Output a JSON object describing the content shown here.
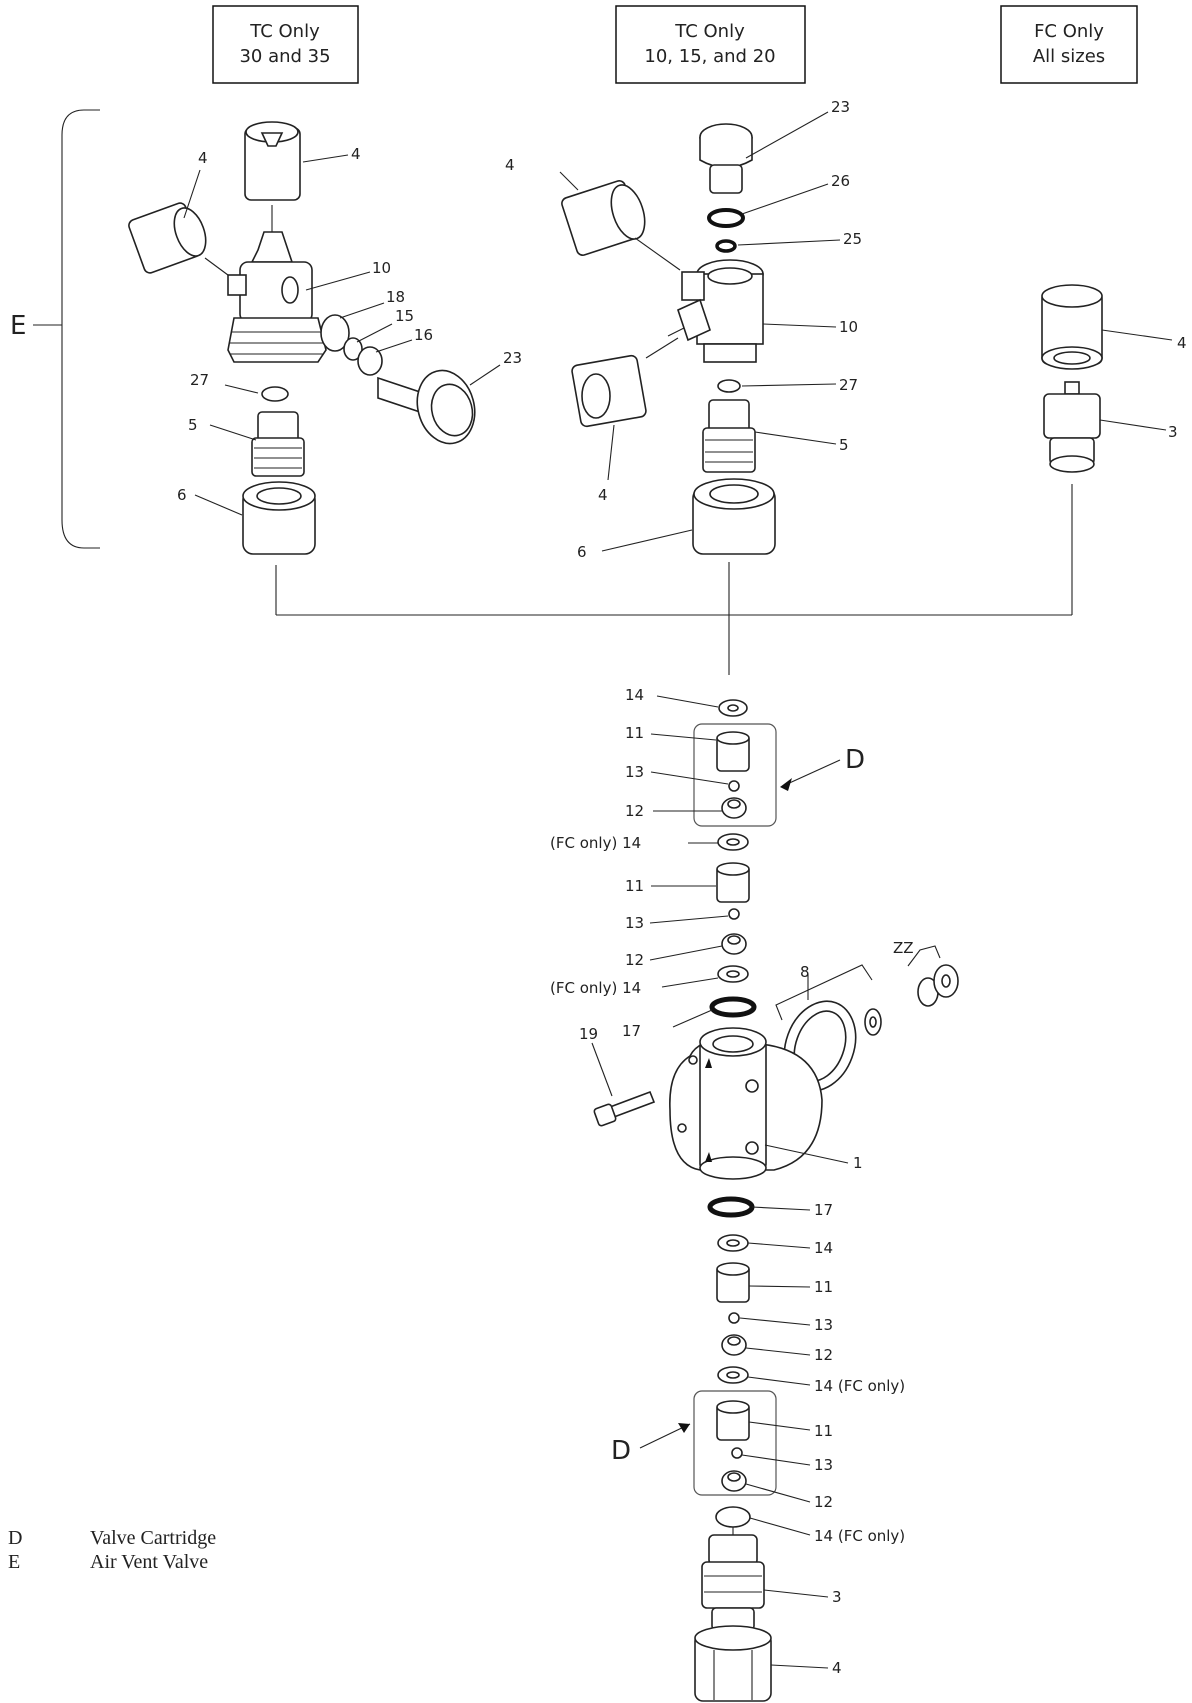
{
  "header_boxes": [
    {
      "line1": "TC Only",
      "line2": "30 and 35"
    },
    {
      "line1": "TC Only",
      "line2": "10, 15, and 20"
    },
    {
      "line1": "FC Only",
      "line2": "All sizes"
    }
  ],
  "group_labels": {
    "d_top": "D",
    "d_bottom": "D",
    "e": "E"
  },
  "callouts": {
    "l_4a": "4",
    "l_4b": "4",
    "l_10": "10",
    "l_18": "18",
    "l_15": "15",
    "l_16": "16",
    "l_23": "23",
    "l_27": "27",
    "l_5": "5",
    "l_6": "6",
    "m_23": "23",
    "m_26": "26",
    "m_25": "25",
    "m_4a": "4",
    "m_10": "10",
    "m_27": "27",
    "m_4b": "4",
    "m_5": "5",
    "m_6": "6",
    "r_4": "4",
    "r_3": "3",
    "s_14a": "14",
    "s_11a": "11",
    "s_13a": "13",
    "s_12a": "12",
    "s_14b": "(FC only) 14",
    "s_11b": "11",
    "s_13b": "13",
    "s_12b": "12",
    "s_14c": "(FC only) 14",
    "s_17a": "17",
    "s_19": "19",
    "s_8": "8",
    "s_zz": "ZZ",
    "s_1": "1",
    "b_17": "17",
    "b_14a": "14",
    "b_11a": "11",
    "b_13a": "13",
    "b_12a": "12",
    "b_14b": "14 (FC only)",
    "b_11b": "11",
    "b_13b": "13",
    "b_12b": "12",
    "b_14c": "14 (FC only)",
    "b_3": "3",
    "b_4": "4"
  },
  "legend": [
    {
      "key": "D",
      "text": "Valve Cartridge"
    },
    {
      "key": "E",
      "text": "Air Vent Valve"
    }
  ]
}
